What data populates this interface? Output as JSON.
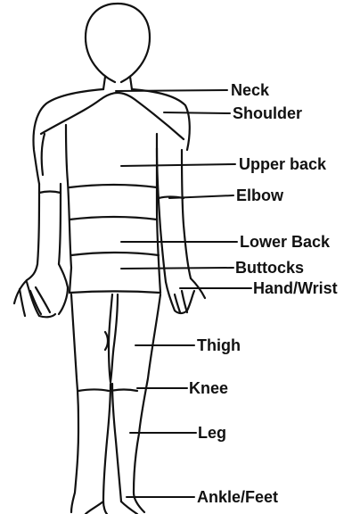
{
  "diagram": {
    "labels": [
      {
        "id": "neck",
        "text": "Neck"
      },
      {
        "id": "shoulder",
        "text": "Shoulder"
      },
      {
        "id": "upper-back",
        "text": "Upper back"
      },
      {
        "id": "elbow",
        "text": "Elbow"
      },
      {
        "id": "lower-back",
        "text": "Lower Back"
      },
      {
        "id": "buttocks",
        "text": "Buttocks"
      },
      {
        "id": "hand-wrist",
        "text": "Hand/Wrist"
      },
      {
        "id": "thigh",
        "text": "Thigh"
      },
      {
        "id": "knee",
        "text": "Knee"
      },
      {
        "id": "leg",
        "text": "Leg"
      },
      {
        "id": "ankle-feet",
        "text": "Ankle/Feet"
      }
    ]
  }
}
